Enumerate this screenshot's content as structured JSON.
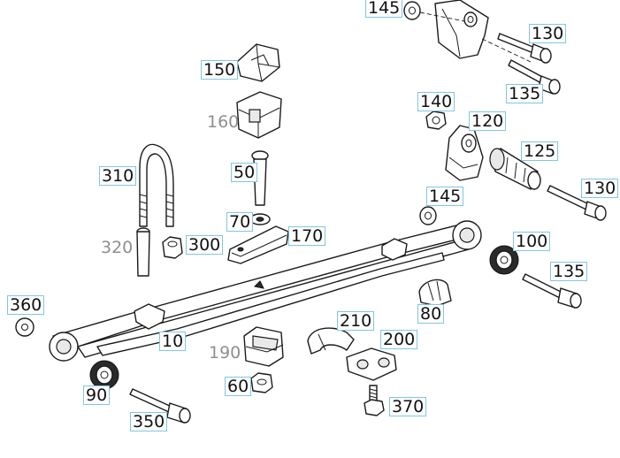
{
  "callouts": {
    "c145_top": "145",
    "c130_top": "130",
    "c135_top": "135",
    "c150": "150",
    "c160": "160",
    "c140": "140",
    "c120": "120",
    "c125": "125",
    "c310": "310",
    "c50": "50",
    "c130_mid": "130",
    "c145_mid": "145",
    "c70": "70",
    "c320": "320",
    "c300": "300",
    "c170": "170",
    "c100": "100",
    "c135_mid": "135",
    "c360": "360",
    "c80": "80",
    "c210": "210",
    "c10": "10",
    "c200": "200",
    "c190": "190",
    "c60": "60",
    "c90": "90",
    "c370": "370",
    "c350": "350"
  },
  "colors": {
    "callout_border": "#7fc6e6",
    "callout_text": "#111111",
    "muted_text": "#8f8f8f"
  }
}
